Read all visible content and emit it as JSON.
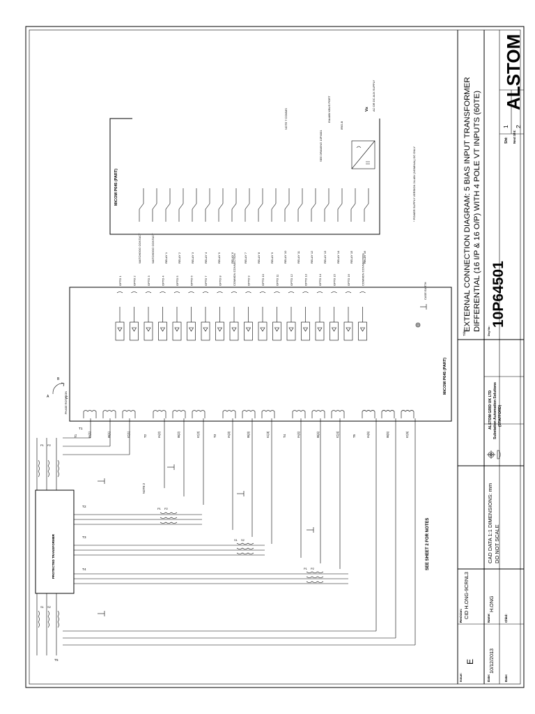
{
  "title_block": {
    "title_label": "Title:",
    "title_line1": "EXTERNAL CONNECTION DIAGRAM: 5 BIAS INPUT TRANSFORMER",
    "title_line2": "DIFFERENTIAL (16 I/P & 16 O/P) WITH 4 POLE VT INPUTS (60TE)",
    "drg_label": "Drg No:",
    "drawing_number": "10P64501",
    "sht_label": "Sht:",
    "sht_value": "1",
    "next_sht_label": "Next Sht:",
    "next_sht_value": "2",
    "brand": "ALSTOM",
    "company_line1": "ALSTOM GRID UK LTD",
    "company_line2": "Substation Automation Solutions",
    "company_line3": "(STAFFORD)",
    "cad_line1": "CAD DATA 1:1  DIMENSIONS: mm",
    "cad_line2": "DO NOT SCALE",
    "revision_label": "Revision:",
    "revision_value": "CID H.ONG-9CRNL3",
    "name_label": "Name:",
    "name_value": "H.ONG",
    "chkd_label": "Chkd:",
    "issue_label": "Issue:",
    "issue_value": "E",
    "date_label": "Date:",
    "date_value": "10/12/2013",
    "date_label2": "Date:"
  },
  "diagram": {
    "relay_box_label": "MiCOM P645 (PART)",
    "output_box_label": "MiCOM P645 (PART)",
    "transformer_label": "PROTECTED TRANSFORMER",
    "see_sheet_note": "SEE SHEET 2 FOR NOTES",
    "phase_rotation_label": "PHASE ROTATION",
    "phase_letters": [
      "A",
      "B",
      "C"
    ],
    "case_earth_label": "CASE EARTH",
    "note_2_label": "NOTE 2",
    "note_7_label": "NOTE 7 COMMS",
    "power_supply_note": "* POWER SUPPLY VERSION 24-48V (NOMINAL) DC ONLY",
    "see_drawing_label": "SEE DRAWING 10P4001",
    "eia485_label": "EIA485/ KBUS PORT",
    "irig_label": "IRIG-B",
    "aux_supply_label": "AC OR DC AUX SUPPLY",
    "vx_label": "Vx",
    "ct_labels": [
      "P1",
      "P2",
      "S1",
      "S2"
    ],
    "winding_labels": [
      "T1",
      "T2",
      "T3",
      "T4",
      "T5"
    ],
    "ct_groups": [
      {
        "name": "T1",
        "inputs": [
          "IA(1)",
          "IB(1)",
          "IC(1)"
        ]
      },
      {
        "name": "T2",
        "inputs": [
          "IA(2)",
          "IB(2)",
          "IC(2)"
        ]
      },
      {
        "name": "T3",
        "inputs": [
          "IA(3)",
          "IB(3)",
          "IC(3)"
        ]
      },
      {
        "name": "T4",
        "inputs": [
          "IA(4)",
          "IB(4)",
          "IC(4)"
        ]
      },
      {
        "name": "T5",
        "inputs": [
          "IA(5)",
          "IB(5)",
          "IC(5)"
        ]
      }
    ],
    "opto_labels": [
      "OPTO 1",
      "OPTO 2",
      "OPTO 3",
      "OPTO 4",
      "OPTO 5",
      "OPTO 6",
      "OPTO 7",
      "OPTO 8",
      "COMMON CONNECTION",
      "OPTO 9",
      "OPTO 10",
      "OPTO 11",
      "OPTO 12",
      "OPTO 13",
      "OPTO 14",
      "OPTO 15",
      "OPTO 16",
      "COMMON CONNECTION"
    ],
    "relay_labels": [
      "WATCHDOG CONTACT",
      "WATCHDOG CONTACT",
      "RELAY 1",
      "RELAY 2",
      "RELAY 3",
      "RELAY 4",
      "RELAY 5",
      "RELAY 6",
      "RELAY 7",
      "RELAY 8",
      "RELAY 9",
      "RELAY 10",
      "RELAY 11",
      "RELAY 12",
      "RELAY 13",
      "RELAY 14",
      "RELAY 15",
      "RELAY 16"
    ]
  }
}
